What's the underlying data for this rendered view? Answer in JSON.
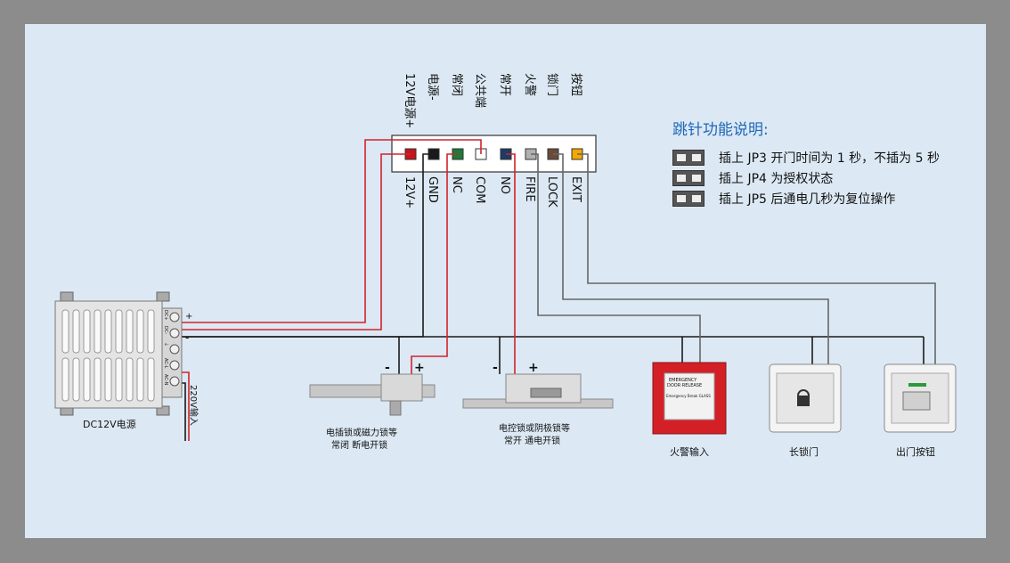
{
  "terminals": [
    {
      "top_label": "12V电源+",
      "bottom_label": "12V+",
      "color": "#c4161c"
    },
    {
      "top_label": "电源-",
      "bottom_label": "GND",
      "color": "#1a1a1a"
    },
    {
      "top_label": "常闭",
      "bottom_label": "NC",
      "color": "#1f7a3a"
    },
    {
      "top_label": "公共端",
      "bottom_label": "COM",
      "color": "#ffffff"
    },
    {
      "top_label": "常开",
      "bottom_label": "NO",
      "color": "#1e3a66"
    },
    {
      "top_label": "火警",
      "bottom_label": "FIRE",
      "color": "#b0b0b0"
    },
    {
      "top_label": "锁门",
      "bottom_label": "LOCK",
      "color": "#6b4a3a"
    },
    {
      "top_label": "按钮",
      "bottom_label": "EXIT",
      "color": "#f2a900"
    }
  ],
  "legend": {
    "title": "跳针功能说明:",
    "items": [
      "插上 JP3 开门时间为 1 秒，不插为 5 秒",
      "插上 JP4 为授权状态",
      "插上 JP5 后通电几秒为复位操作"
    ]
  },
  "power_supply": {
    "caption": "DC12V电源",
    "terminal_labels": [
      "DC+",
      "DC-",
      "⏚",
      "AC-L",
      "AC-N"
    ],
    "plus_mark": "+",
    "minus_mark": "-",
    "ac_input": "220V输入"
  },
  "lock_nc": {
    "minus": "-",
    "plus": "+",
    "caption_line1": "电插锁或磁力锁等",
    "caption_line2": "常闭   断电开锁"
  },
  "lock_no": {
    "minus": "-",
    "plus": "+",
    "caption_line1": "电控锁或阴极锁等",
    "caption_line2": "常开   通电开锁"
  },
  "fire_alarm": {
    "line1": "EMERGENCY",
    "line2": "DOOR RELEASE",
    "line3": "Emergency Break GLASS",
    "caption": "火警输入"
  },
  "long_lock": {
    "caption": "长锁门"
  },
  "exit_button": {
    "caption": "出门按钮"
  }
}
